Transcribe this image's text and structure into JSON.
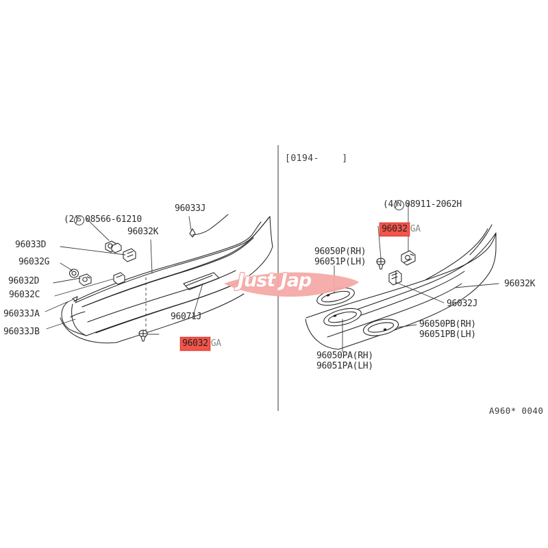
{
  "page": {
    "background": "#ffffff",
    "diagram_code": "A960× 0040",
    "diagram_code_display": "A960* 0040",
    "watermark_text": "Just Jap",
    "watermark_color": "#f4aaa6",
    "line_color": "#231f20",
    "highlight_color": "#f2554b"
  },
  "left_panel": {
    "header": "",
    "labels": [
      {
        "id": "fastener-08566",
        "prefix": "S",
        "text": "08566-61210",
        "sub": "(2)"
      },
      {
        "id": "96033J",
        "text": "96033J"
      },
      {
        "id": "96032K",
        "text": "96032K"
      },
      {
        "id": "96033D",
        "text": "96033D"
      },
      {
        "id": "96032G",
        "text": "96032G"
      },
      {
        "id": "96032D",
        "text": "96032D"
      },
      {
        "id": "96032C",
        "text": "96032C"
      },
      {
        "id": "96033JA",
        "text": "96033JA"
      },
      {
        "id": "96033JB",
        "text": "96033JB"
      },
      {
        "id": "96071J",
        "text": "96071J"
      }
    ],
    "highlight": {
      "boxed": "96032",
      "tail": "GA",
      "full": "96032GA"
    }
  },
  "right_panel": {
    "header": "[0194-    ]",
    "labels": [
      {
        "id": "fastener-08911",
        "prefix": "N",
        "text": "08911-2062H",
        "sub": "(4)"
      },
      {
        "id": "96050P",
        "line1": "96050P(RH)",
        "line2": "96051P(LH)"
      },
      {
        "id": "96032K",
        "text": "96032K"
      },
      {
        "id": "96032J",
        "text": "96032J"
      },
      {
        "id": "96050PB",
        "line1": "96050PB(RH)",
        "line2": "96051PB(LH)"
      },
      {
        "id": "96050PA",
        "line1": "96050PA(RH)",
        "line2": "96051PA(LH)"
      }
    ],
    "highlight": {
      "boxed": "96032",
      "tail": "GA",
      "full": "96032GA"
    }
  }
}
